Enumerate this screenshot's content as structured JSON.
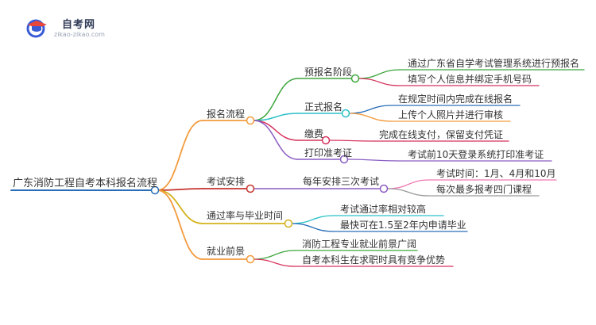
{
  "logo": {
    "title": "自考网",
    "url": "zikao-zikao.com",
    "icon": "graduation-cap-icon"
  },
  "root": {
    "label": "广东消防工程自考本科报名流程"
  },
  "branches": [
    {
      "label": "报名流程",
      "color": "#f39a3c",
      "children": [
        {
          "label": "预报名阶段",
          "color": "#3da63d",
          "children": [
            {
              "label": "通过广东省自学考试管理系统进行预报名",
              "color": "#3da63d"
            },
            {
              "label": "填写个人信息并绑定手机号码",
              "color": "#d6335c"
            }
          ]
        },
        {
          "label": "正式报名",
          "color": "#2cc0c8",
          "children": [
            {
              "label": "在规定时间内完成在线报名",
              "color": "#2a6eb8"
            },
            {
              "label": "上传个人照片并进行审核",
              "color": "#f39a3c"
            }
          ]
        },
        {
          "label": "缴费",
          "color": "#d6335c",
          "children": [
            {
              "label": "完成在线支付，保留支付凭证",
              "color": "#d6335c"
            }
          ]
        },
        {
          "label": "打印准考证",
          "color": "#8a5cc2",
          "children": [
            {
              "label": "考试前10天登录系统打印准考证",
              "color": "#8a5cc2"
            }
          ]
        }
      ]
    },
    {
      "label": "考试安排",
      "color": "#c4342f",
      "children": [
        {
          "label": "每年安排三次考试",
          "color": "#8a5cc2",
          "children": [
            {
              "label": "考试时间：1月、4月和10月",
              "color": "#ef79b4"
            },
            {
              "label": "每次最多报考四门课程",
              "color": "#9a9a9a"
            }
          ]
        }
      ]
    },
    {
      "label": "通过率与毕业时间",
      "color": "#d4b21c",
      "children": [
        {
          "label": "考试通过率相对较高",
          "color": "#2cc0c8",
          "children": []
        },
        {
          "label": "最快可在1.5至2年内申请毕业",
          "color": "#2a6eb8",
          "children": []
        }
      ]
    },
    {
      "label": "就业前景",
      "color": "#f39a3c",
      "children": [
        {
          "label": "消防工程专业就业前景广阔",
          "color": "#3da63d",
          "children": []
        },
        {
          "label": "自考本科生在求职时具有竞争优势",
          "color": "#d6335c",
          "children": []
        }
      ]
    }
  ],
  "root_color": "#2a6eb8"
}
